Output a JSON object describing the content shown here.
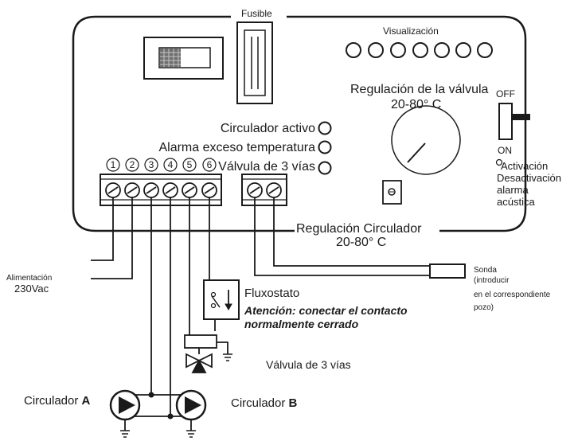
{
  "labels": {
    "fuse": "Fusible",
    "display": "Visualización",
    "valve_regulation": "Regulación de la válvula",
    "valve_range": "20-80° C",
    "switch_off": "OFF",
    "switch_on": "ON",
    "alarm_toggle": [
      "Activación",
      "Desactivación",
      "alarma",
      "acústica"
    ],
    "indicators": [
      "Circulador activo",
      "Alarma exceso temperatura",
      "Válvula de 3 vías"
    ],
    "terminal_numbers": [
      "1",
      "2",
      "3",
      "4",
      "5",
      "6"
    ],
    "circulator_regulation": "Regulación Circulador",
    "circulator_range": "20-80° C",
    "power_supply": [
      "Alimentación",
      "230Vac"
    ],
    "probe": [
      "Sonda",
      "(introducir",
      "en el correspondiente",
      "pozo)"
    ],
    "flow_switch": "Fluxostato",
    "warning": [
      "Atención: conectar el contacto",
      "normalmente cerrado"
    ],
    "valve_3way": "Válvula de 3 vías",
    "circulator_a_prefix": "Circulador",
    "circulator_a_letter": "A",
    "circulator_b_prefix": "Circulador",
    "circulator_b_letter": "B"
  },
  "colors": {
    "ink": "#1a1a1a",
    "background": "#ffffff",
    "switch_fill": "#888888"
  }
}
